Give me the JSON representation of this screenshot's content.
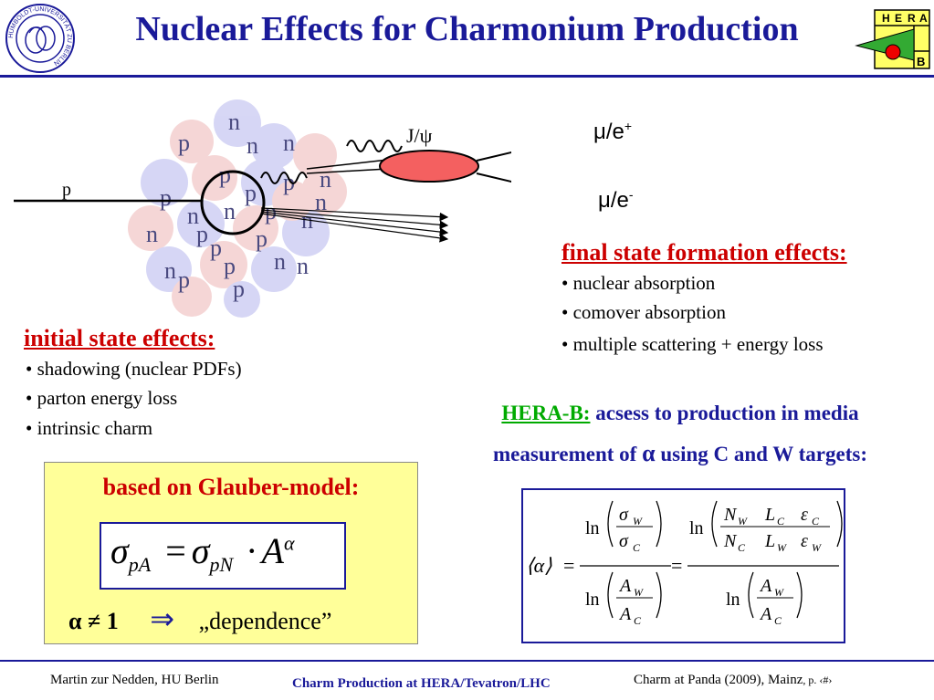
{
  "title": "Nuclear Effects for Charmonium Production",
  "logos": {
    "seal_text": "HUMBOLDT-UNIVERSITÄT ZU BERLIN",
    "hera_letters": [
      "H",
      "E",
      "R",
      "A"
    ],
    "hera_b_letter": "B"
  },
  "diagram": {
    "nucleus_letters": [
      {
        "t": "n"
      },
      {
        "t": "p"
      },
      {
        "t": "n"
      },
      {
        "t": "n"
      },
      {
        "t": "p"
      },
      {
        "t": "n"
      },
      {
        "t": "p"
      },
      {
        "t": "p"
      },
      {
        "t": "n"
      },
      {
        "t": "p"
      },
      {
        "t": "n"
      },
      {
        "t": "p"
      },
      {
        "t": "n"
      },
      {
        "t": "p"
      },
      {
        "t": "n"
      },
      {
        "t": "p"
      },
      {
        "t": "n"
      },
      {
        "t": "p"
      },
      {
        "t": "p"
      },
      {
        "t": "n"
      },
      {
        "t": "n"
      },
      {
        "t": "p"
      },
      {
        "t": "p"
      },
      {
        "t": "n"
      }
    ],
    "projectile_label": "p",
    "jpsi_label": "J/ψ",
    "lepton_plus_label": "μ/e",
    "lepton_plus_sup": "+",
    "lepton_minus_label": "μ/e",
    "lepton_minus_sup": "-"
  },
  "final_state": {
    "heading": "final state formation effects:",
    "items": [
      "• nuclear absorption",
      "• comover absorption",
      "• multiple scattering + energy loss"
    ]
  },
  "initial_state": {
    "heading": "initial state effects:",
    "items": [
      "• shadowing  (nuclear PDFs)",
      "• parton energy loss",
      "• intrinsic  charm"
    ]
  },
  "glauber": {
    "heading": "based on Glauber-model:",
    "formula": {
      "sigma": "σ",
      "sub_pA": "pA",
      "eq": "=",
      "sub_pN": "pN",
      "dot": "·",
      "A": "A",
      "alpha": "α"
    },
    "alpha_neq": "α ≠ 1",
    "arrow": "⇒",
    "dependence": "„dependence”"
  },
  "herab": {
    "label": "HERA-B:",
    "line1_rest": " acsess to production in media",
    "line2_pre": "measurement of ",
    "line2_alpha": "α",
    "line2_post": " using C and W targets:"
  },
  "alpha_formula": {
    "lhs": "⟨α⟩",
    "eq": "=",
    "ln": "ln",
    "sigma": "σ",
    "sub_W": "W",
    "sub_C": "C",
    "N": "N",
    "L": "L",
    "eps": "ε",
    "A": "A"
  },
  "footer": {
    "left": "Martin zur Nedden, HU Berlin",
    "center": "Charm Production at HERA/Tevatron/LHC",
    "right_main": "Charm at Panda (2009), Mainz",
    "right_small": ", p. ‹#›"
  },
  "colors": {
    "title_blue": "#1a1a99",
    "heading_red": "#cc0000",
    "herab_green": "#00aa00",
    "glauber_bg": "#ffff99",
    "jpsi_fill": "#f46060"
  }
}
